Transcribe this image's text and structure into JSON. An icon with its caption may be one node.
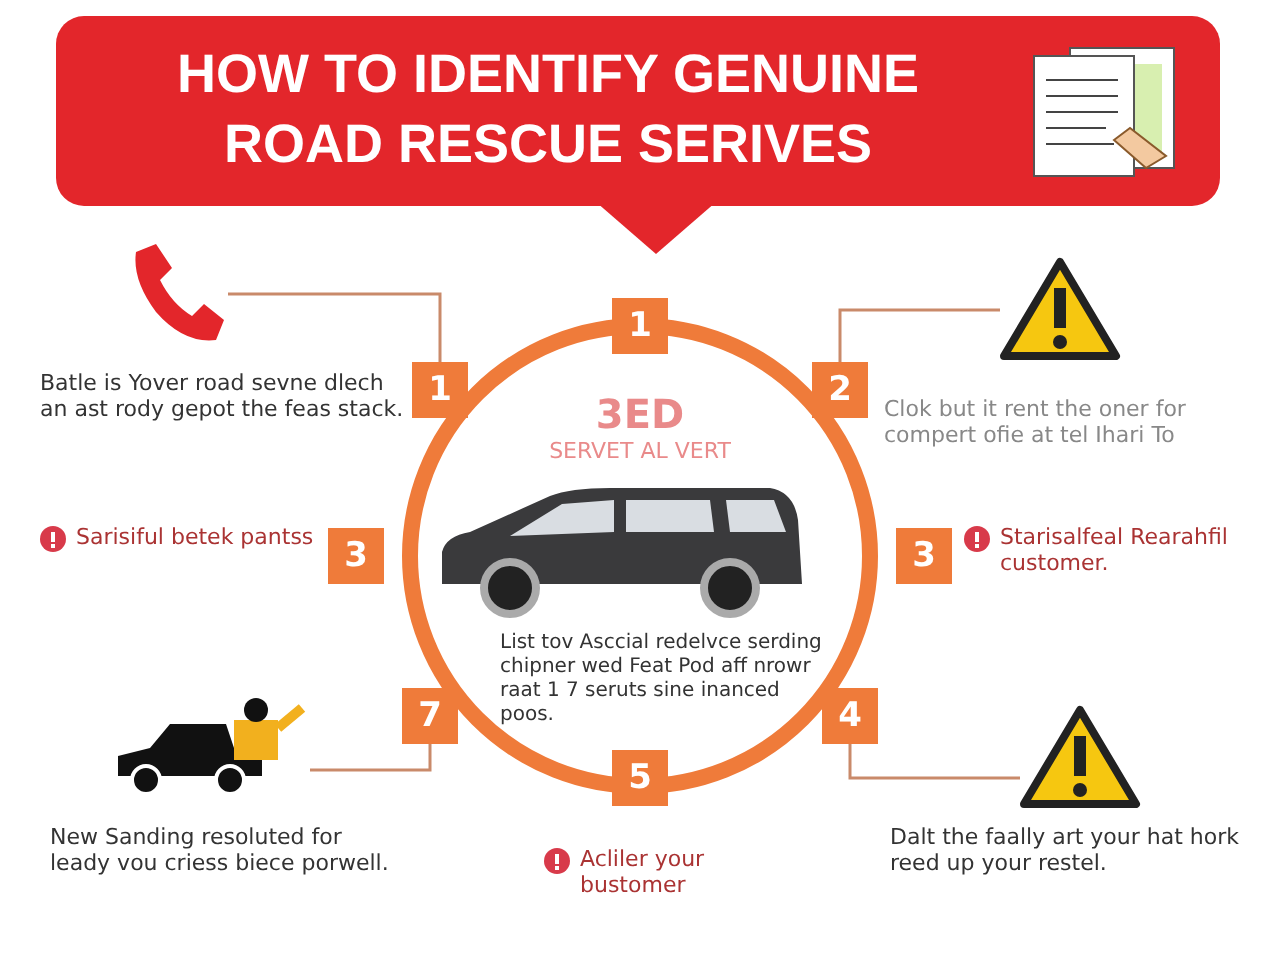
{
  "diagram": {
    "nodes": [
      {
        "text": [
          "HOW TO IDENTIFY GENUINE ROAD RESCUE SERIVES"
        ]
      },
      {
        "text": [
          "1"
        ]
      },
      {
        "text": [
          "1"
        ],
        "beside": [
          "Batle is Yover road sevne dlech an ast rody gepot the feas stack."
        ]
      },
      {
        "text": [
          "2"
        ],
        "beside": [
          "Clok but it rent the oner for compert ofie at tel Ihari To"
        ]
      },
      {
        "text": [
          "3"
        ],
        "beside": [
          "Sarisiful betek pantss"
        ]
      },
      {
        "text": [
          "3"
        ],
        "beside": [
          "Starisalfeal Rearahfil customer."
        ]
      },
      {
        "text": [
          "7"
        ]
      },
      {
        "text": [
          "4"
        ]
      },
      {
        "text": [
          "5"
        ],
        "beside": [
          "Acliler your bustomer"
        ]
      },
      {
        "text": [],
        "shape": "picture"
      },
      {
        "text": [],
        "shape": "picture"
      },
      {
        "text": [],
        "shape": "picture",
        "beside": [
          "New Sanding resoluted for leady vou criess biece porwell."
        ]
      },
      {
        "text": [],
        "shape": "picture",
        "beside": [
          "Dalt the faally art your hat hork reed up your restel."
        ]
      }
    ],
    "edges": [
      {
        "from": 9,
        "to": 2,
        "arrow": "none"
      },
      {
        "from": 10,
        "to": 3,
        "arrow": "none"
      },
      {
        "from": 6,
        "to": 11,
        "arrow": "none"
      },
      {
        "from": 7,
        "to": 12,
        "arrow": "none"
      }
    ],
    "labels": [
      "3ED",
      "SERVET AL VERT",
      "List tov Asccial redelvce serding chipner wed Feat Pod aff nrowr raat 1 7 seruts sine inanced poos."
    ]
  }
}
